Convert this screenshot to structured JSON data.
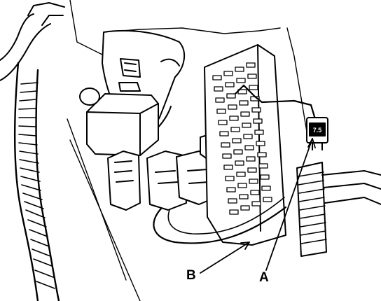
{
  "callouts": {
    "a": "A",
    "b": "B"
  },
  "fuse_label": "7.5",
  "colors": {
    "ink": "#000000",
    "paper": "#ffffff"
  }
}
